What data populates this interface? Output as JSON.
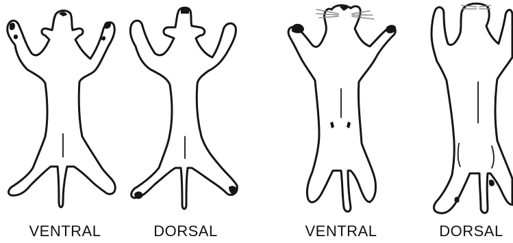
{
  "panels": [
    {
      "label": "VENTRAL"
    },
    {
      "label": "DORSAL"
    },
    {
      "label": "VENTRAL"
    },
    {
      "label": "DORSAL"
    }
  ],
  "icons": [
    "pup-ventral-outline-icon",
    "pup-dorsal-outline-icon",
    "adult-ventral-outline-icon",
    "adult-dorsal-outline-icon"
  ],
  "colors": {
    "line": "#151515",
    "whisker": "#8a8a8a",
    "background": "#ffffff"
  }
}
